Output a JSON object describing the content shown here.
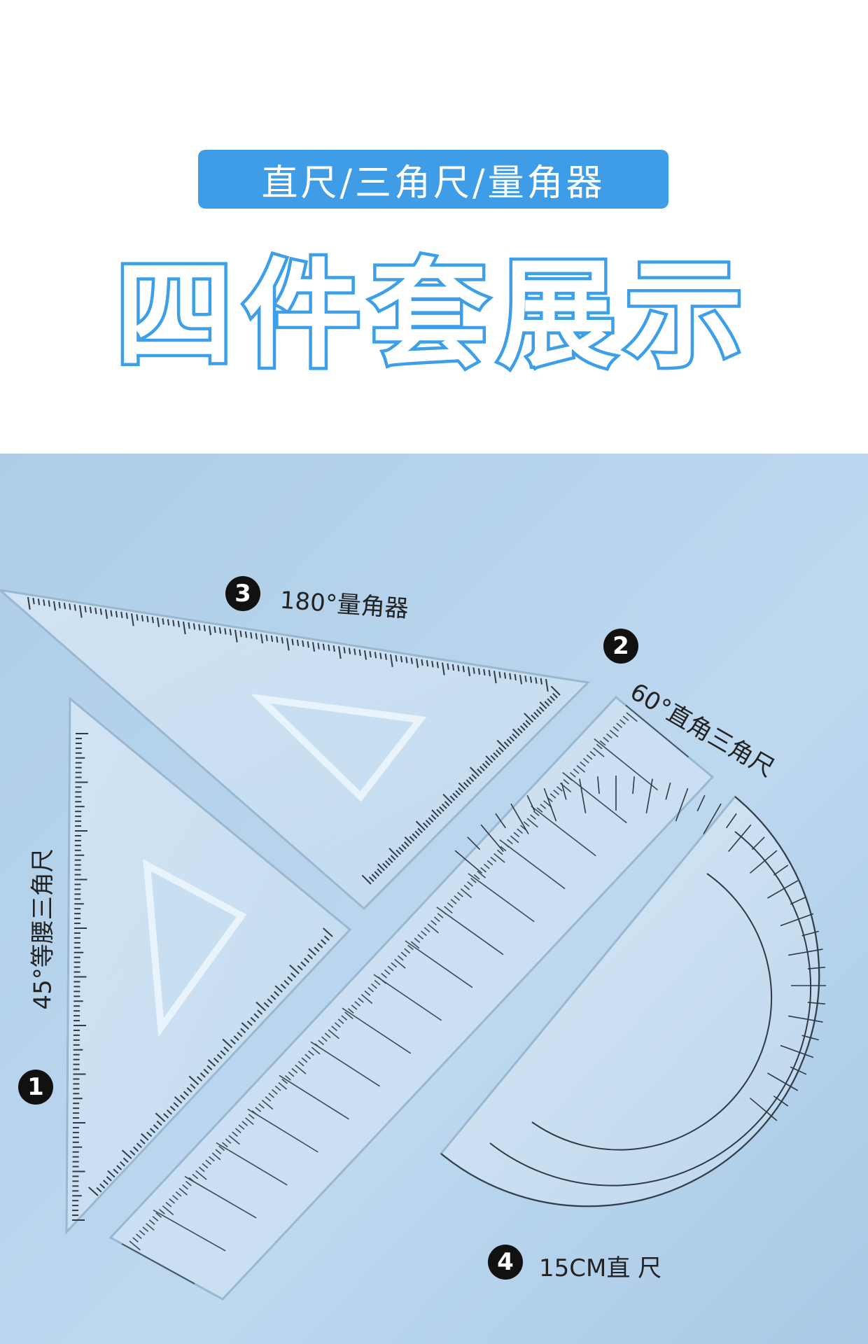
{
  "header": {
    "subtitle": "直尺/三角尺/量角器",
    "title": "四件套展示"
  },
  "labels": {
    "item1": {
      "number": "1",
      "text": "45°等腰三角尺"
    },
    "item2": {
      "number": "2",
      "text": "60°直角三角尺"
    },
    "item3": {
      "number": "3",
      "text": "180°量角器"
    },
    "item4": {
      "number": "4",
      "text": "15CM直 尺"
    }
  },
  "colors": {
    "accent": "#3f9ce6",
    "background_photo": "#b9d6ee"
  }
}
